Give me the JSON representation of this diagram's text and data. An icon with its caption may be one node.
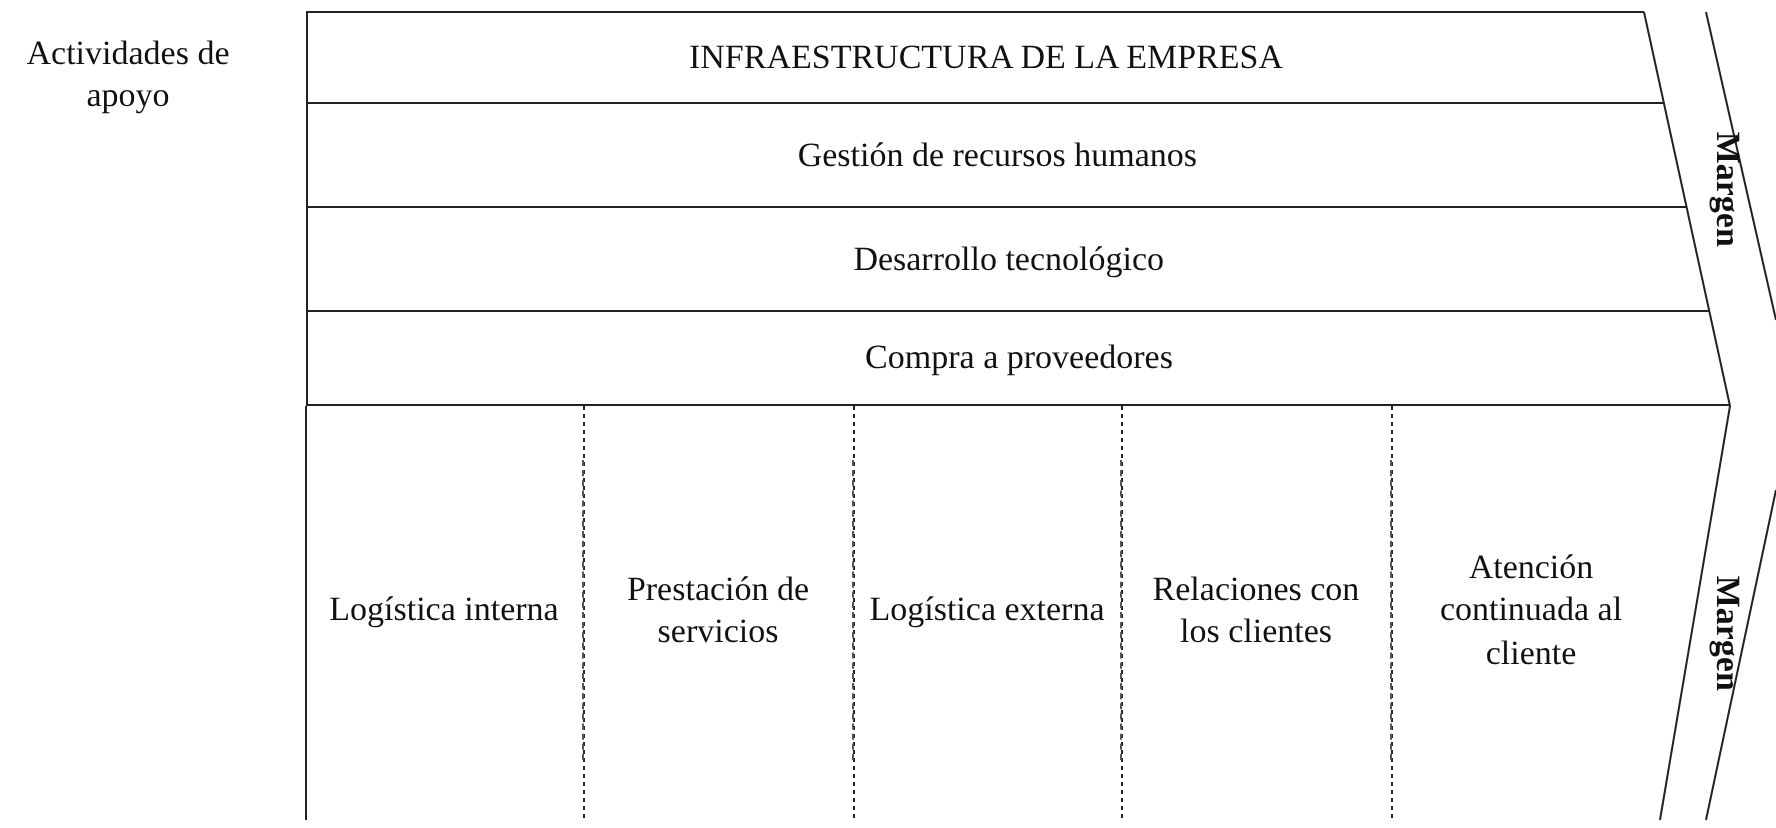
{
  "diagram": {
    "nodes": [
      {
        "text": [
          "INFRAESTRUCTURA DE LA EMPRESA"
        ]
      },
      {
        "text": [
          "Gestión de recursos humanos"
        ]
      },
      {
        "text": [
          "Desarrollo tecnológico"
        ]
      },
      {
        "text": [
          "Compra a proveedores"
        ]
      },
      {
        "text": [
          "Logística interna"
        ]
      },
      {
        "text": [
          "Prestación de servicios"
        ]
      },
      {
        "text": [
          "Logística externa"
        ]
      },
      {
        "text": [
          "Relaciones con los clientes"
        ]
      },
      {
        "text": [
          "Atención continuada al cliente"
        ]
      },
      {
        "text": [
          "Margen"
        ]
      },
      {
        "text": [
          "Margen"
        ]
      }
    ],
    "labels": [
      "Actividades de apoyo"
    ]
  }
}
